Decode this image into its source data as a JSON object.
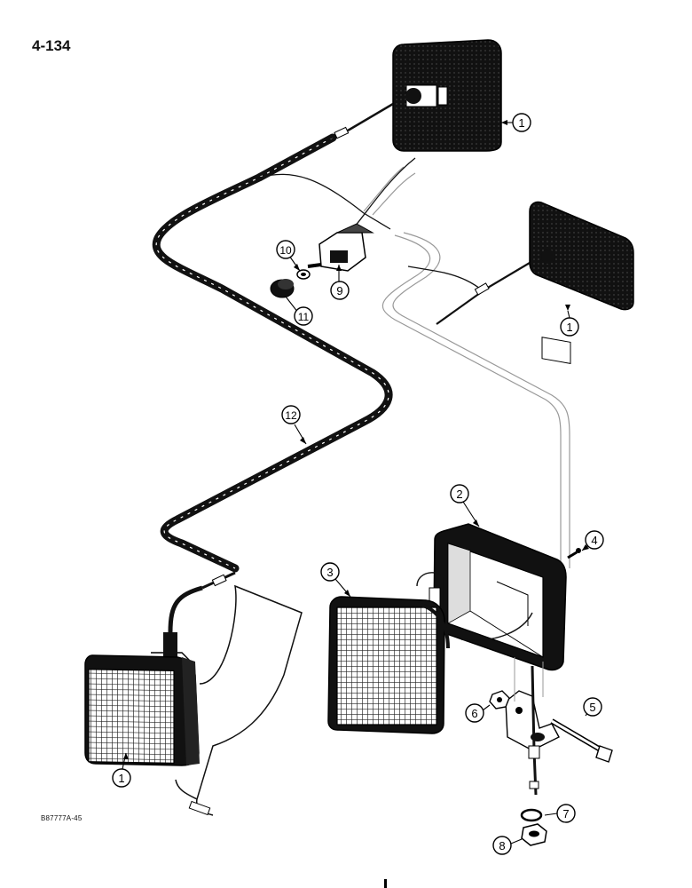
{
  "page": {
    "number": "4-134",
    "figure_code": "B87777A-45"
  },
  "callouts": {
    "lamp_top": "1",
    "lamp_right": "1",
    "lamp_bottom_left": "1",
    "housing": "2",
    "lens": "3",
    "screw": "4",
    "bolt": "5",
    "nut_small": "6",
    "lock_washer": "7",
    "nut_large": "8",
    "switch": "9",
    "switch_nut": "10",
    "switch_knob": "11",
    "harness": "12"
  }
}
